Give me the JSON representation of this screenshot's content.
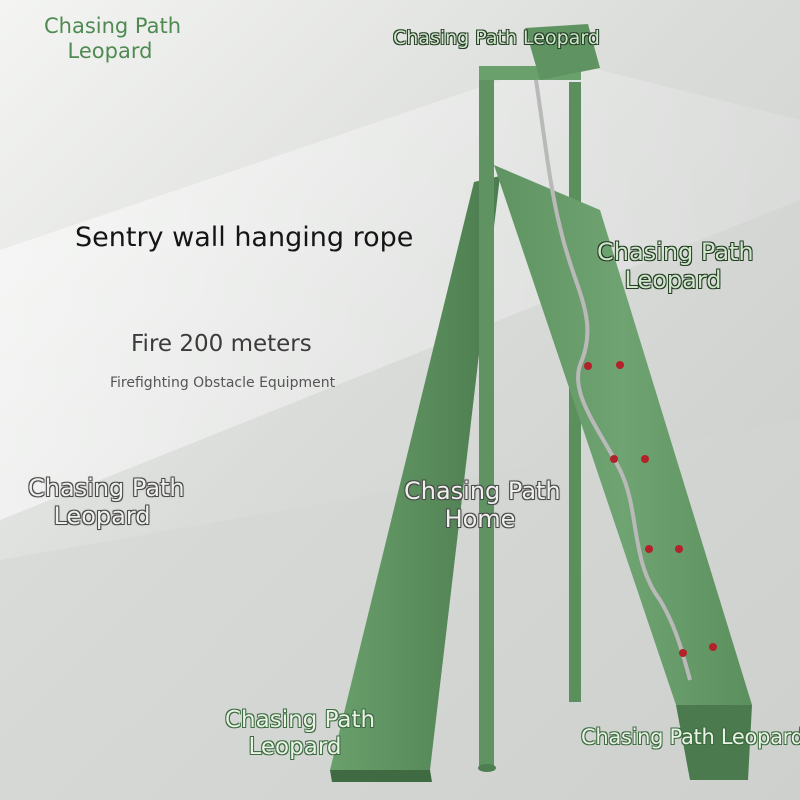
{
  "headline": "Sentry wall hanging rope",
  "distance": "Fire 200 meters",
  "category": "Firefighting Obstacle Equipment",
  "watermarks": [
    {
      "line1": "Chasing Path",
      "line2": "Leopard"
    },
    {
      "line1": "Chasing Path Leopard"
    },
    {
      "line1": "Chasing Path",
      "line2": "Leopard"
    },
    {
      "line1": "Chasing Path",
      "line2": "Leopard"
    },
    {
      "line1": "Chasing Path",
      "line2": "Home"
    },
    {
      "line1": "Chasing Path",
      "line2": "Leopard"
    },
    {
      "line1": "Chasing Path Leopard"
    }
  ],
  "colors": {
    "equipment_green": "#6a9d6c",
    "equipment_dark": "#4f7f52",
    "hand_holds": "#b3222a",
    "rope": "#b9b9b9"
  }
}
